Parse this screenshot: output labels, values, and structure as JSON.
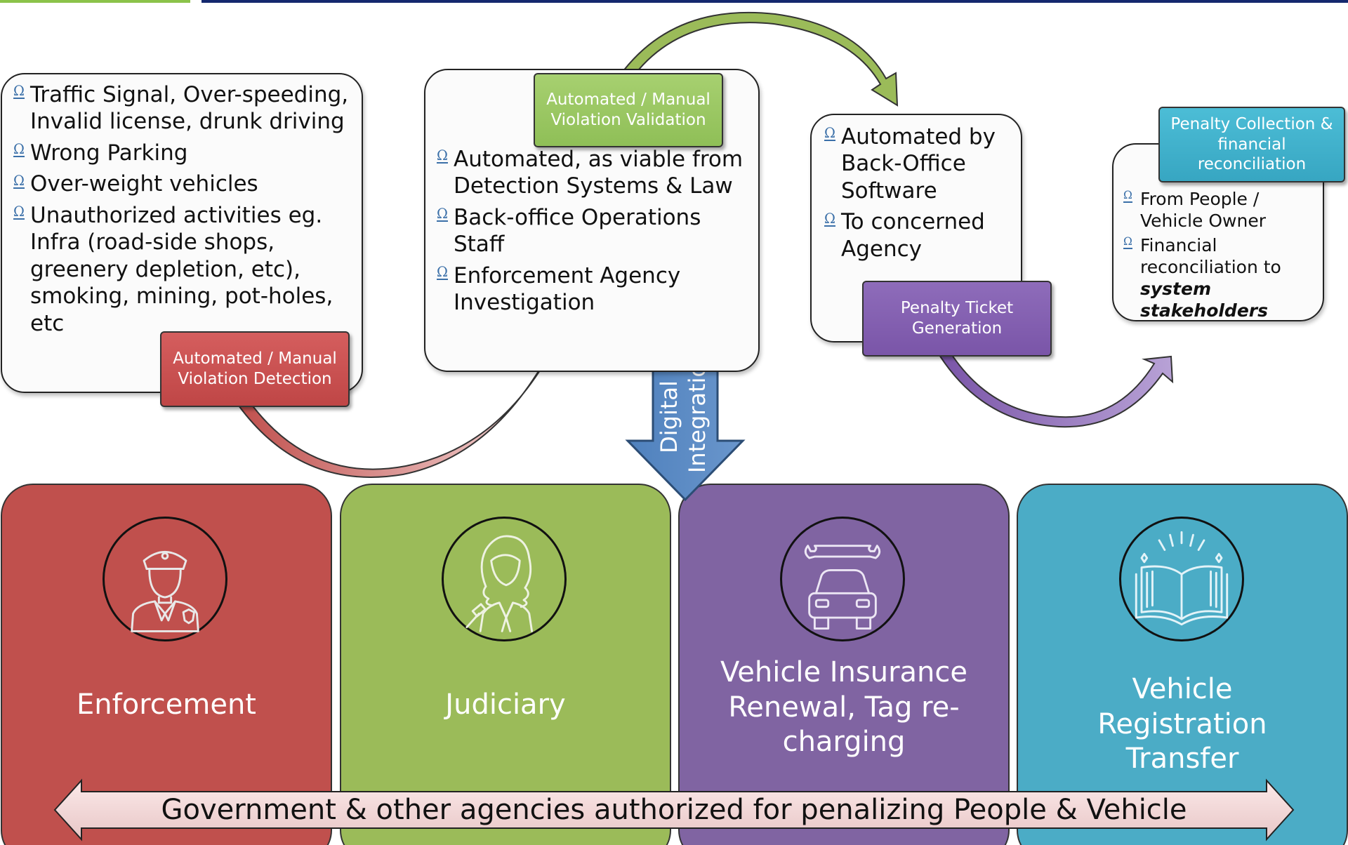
{
  "stages": [
    {
      "tag": "Automated / Manual Violation Detection",
      "bullets": [
        "Traffic Signal, Over-speeding, Invalid license, drunk driving",
        "Wrong Parking",
        "Over-weight vehicles",
        "Unauthorized activities eg. Infra (road-side shops, greenery depletion, etc), smoking, mining, pot-holes, etc"
      ]
    },
    {
      "tag": "Automated / Manual Violation Validation",
      "bullets": [
        "Automated, as viable from Detection Systems & Law",
        "Back-office Operations Staff",
        "Enforcement Agency Investigation"
      ]
    },
    {
      "tag": "Penalty Ticket Generation",
      "bullets": [
        "Automated by Back-Office Software",
        "To concerned Agency"
      ]
    },
    {
      "tag": "Penalty Collection & financial reconciliation",
      "bullets": [
        "From People / Vehicle Owner",
        "Financial reconciliation to"
      ],
      "bold_italic": "system stakeholders"
    }
  ],
  "digital_integration_label": "Digital Integration",
  "agencies": [
    {
      "label": "Enforcement",
      "icon": "police-officer-icon",
      "color": "#c0504d"
    },
    {
      "label": "Judiciary",
      "icon": "judge-gavel-icon",
      "color": "#9bbb59"
    },
    {
      "label": "Vehicle Insurance Renewal, Tag re-charging",
      "icon": "car-wrench-icon",
      "color": "#8064a2"
    },
    {
      "label": "Vehicle Registration Transfer",
      "icon": "open-book-icon",
      "color": "#4bacc6"
    }
  ],
  "bottom_banner": "Government & other agencies authorized for penalizing People & Vehicle",
  "colors": {
    "red": "#c0504d",
    "green": "#9bbb59",
    "purple": "#8064a2",
    "teal": "#4bacc6",
    "topbar_green": "#8bc34a",
    "topbar_navy": "#14286e"
  }
}
